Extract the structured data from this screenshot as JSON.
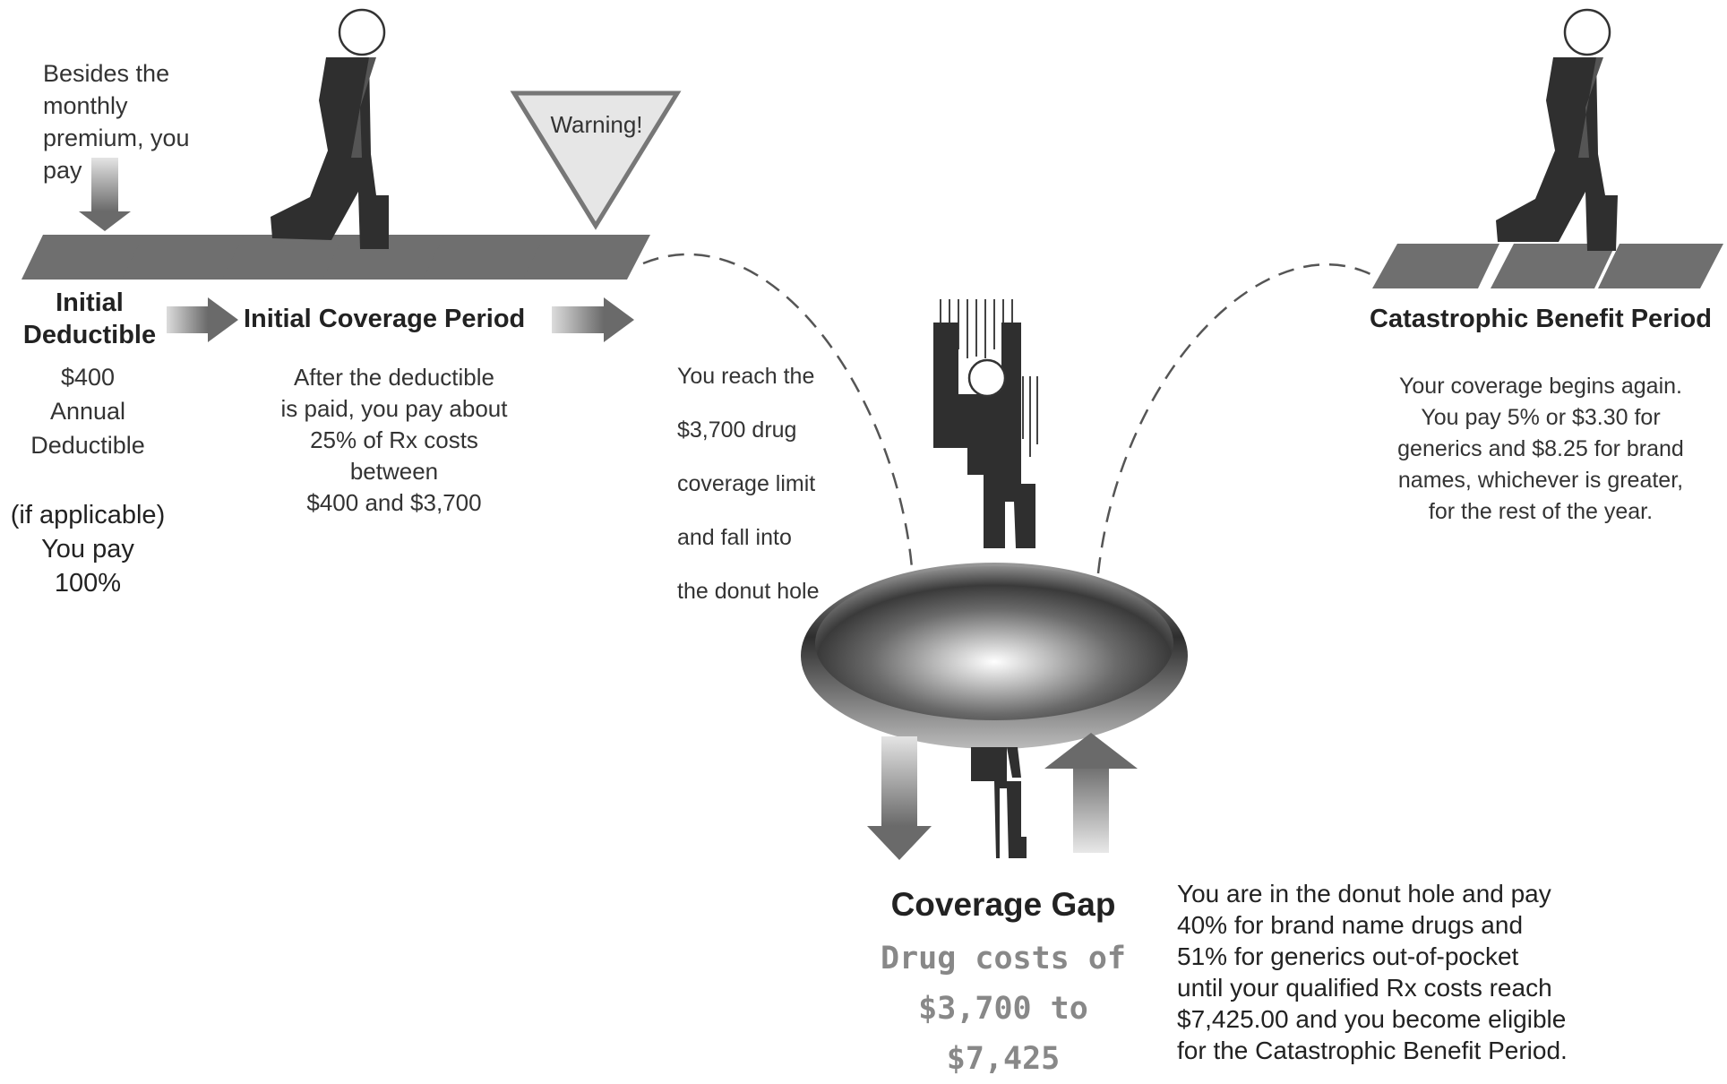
{
  "besides": "Besides the\nmonthly\npremium, you\npay",
  "warning": "Warning!",
  "initial_deductible": {
    "heading": "Initial\nDeductible",
    "body": "$400\nAnnual\nDeductible",
    "note": "(if applicable)\nYou pay\n100%"
  },
  "initial_coverage": {
    "heading": "Initial Coverage Period",
    "body": "After the deductible\n is paid, you pay about\n25% of Rx costs\nbetween\n$400 and $3,700"
  },
  "reach_limit": "You reach the\n$3,700 drug\ncoverage limit\nand fall into\nthe donut hole",
  "catastrophic": {
    "heading": "Catastrophic Benefit Period",
    "body": "Your coverage begins again.\nYou pay 5% or $3.30 for\ngenerics and $8.25 for brand\nnames, whichever is greater,\nfor the rest of the year."
  },
  "coverage_gap": {
    "heading": "Coverage Gap",
    "costs": "Drug costs of\n$3,700 to\n$7,425",
    "details": "You are in the donut hole and pay\n40% for brand name drugs and\n51% for generics out-of-pocket\nuntil your qualified Rx costs reach\n$7,425.00 and you become eligible\nfor the Catastrophic Benefit Period."
  },
  "colors": {
    "figure": "#2f2f2f",
    "tile": "#6f6f6f",
    "arrow_light": "#c9c9c9",
    "arrow_dark": "#6a6a6a",
    "warning_fill": "#e6e6e6"
  }
}
